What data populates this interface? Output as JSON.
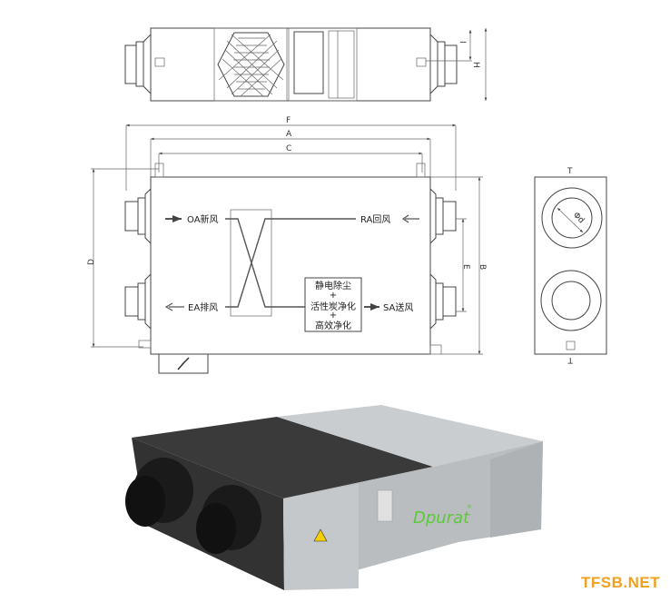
{
  "dimensions": {
    "F": "F",
    "A": "A",
    "C": "C",
    "D": "D",
    "E": "E",
    "B": "B",
    "H": "H",
    "I": "I",
    "T": "T",
    "d": "Φd"
  },
  "flow_labels": {
    "oa": "OA新风",
    "ra": "RA回风",
    "ea": "EA排风",
    "sa": "SA送风"
  },
  "filter_box": [
    "静电除尘",
    "+",
    "活性炭净化",
    "+",
    "高效净化"
  ],
  "product": {
    "brand": "Dpurat",
    "trademark": "®"
  },
  "watermark": "TFSB.NET",
  "colors": {
    "brand_green": "#5cc93a",
    "watermark": "#f0a020",
    "warning": "#f5d000"
  }
}
